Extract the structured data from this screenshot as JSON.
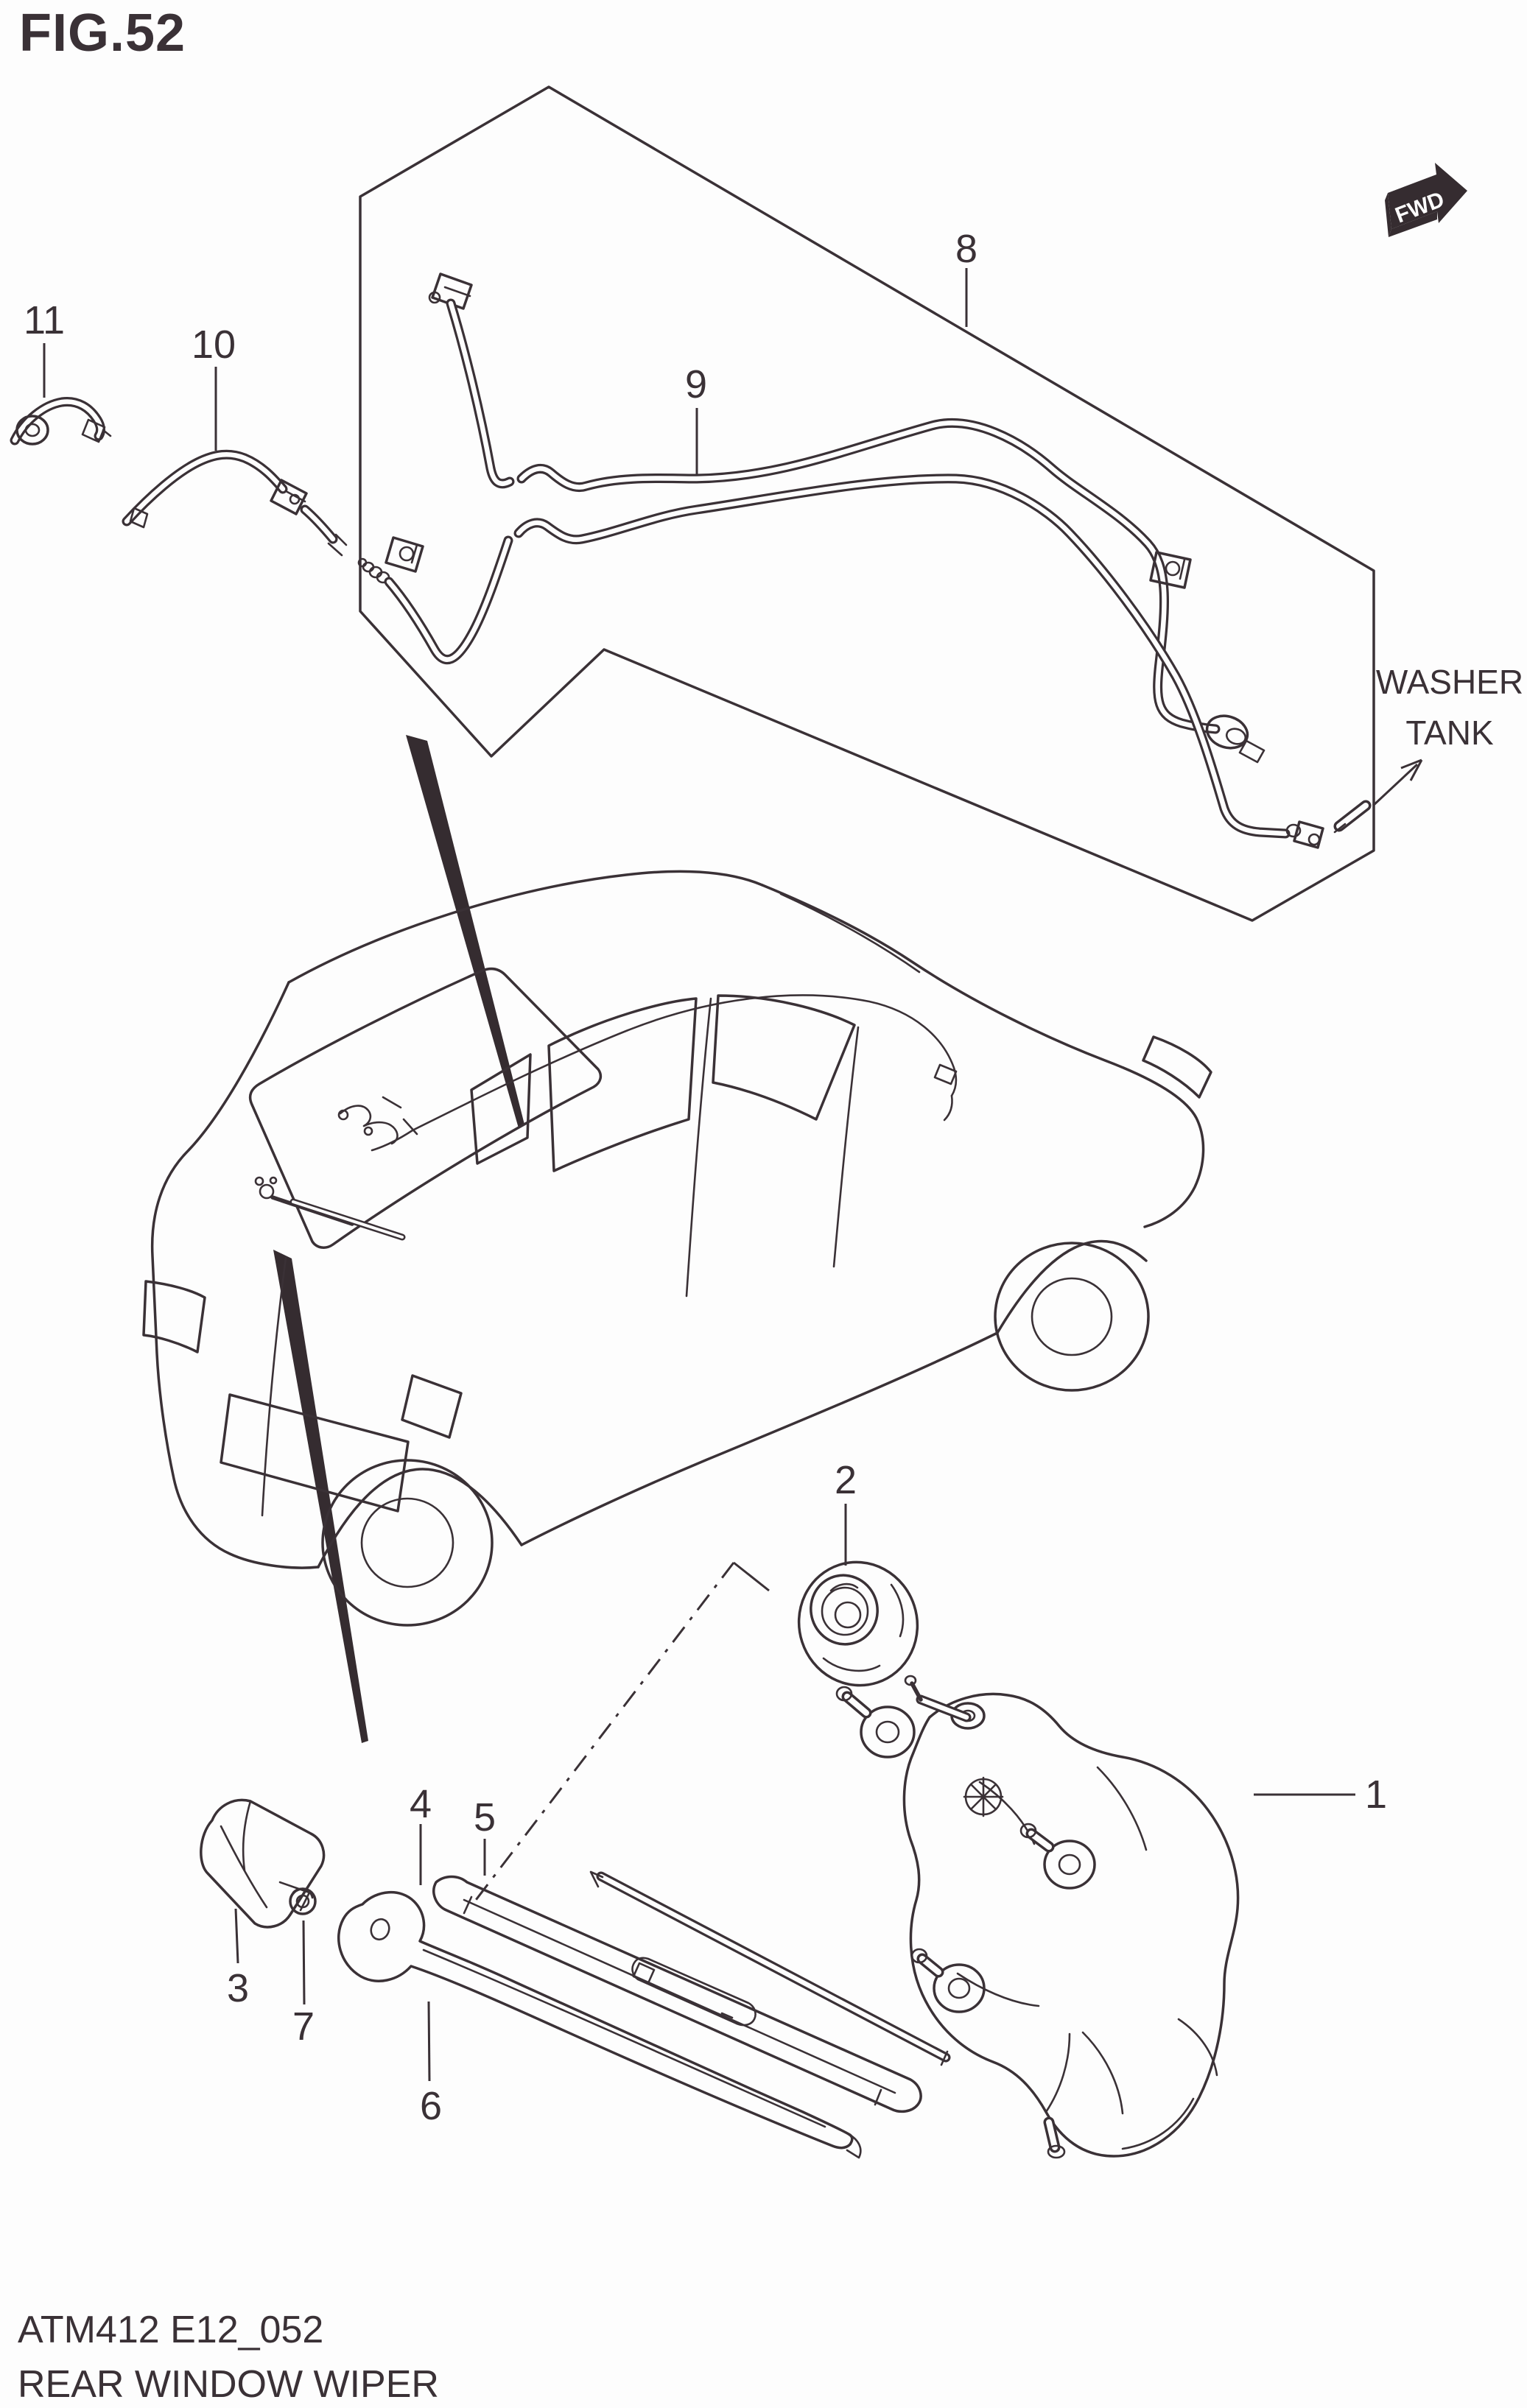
{
  "figure": {
    "title": "FIG.52"
  },
  "direction_indicator": {
    "label": "FWD"
  },
  "washer_tank": {
    "line1": "WASHER",
    "line2": "TANK"
  },
  "callouts": [
    "1",
    "2",
    "3",
    "4",
    "5",
    "6",
    "7",
    "8",
    "9",
    "10",
    "11"
  ],
  "footer": {
    "code": "ATM412 E12_052",
    "title": "REAR WINDOW WIPER"
  },
  "colors": {
    "line": "#3a3136",
    "background": "#fdfdfd",
    "pointer_fill": "#352c30",
    "fwd_text": "#ffffff"
  }
}
